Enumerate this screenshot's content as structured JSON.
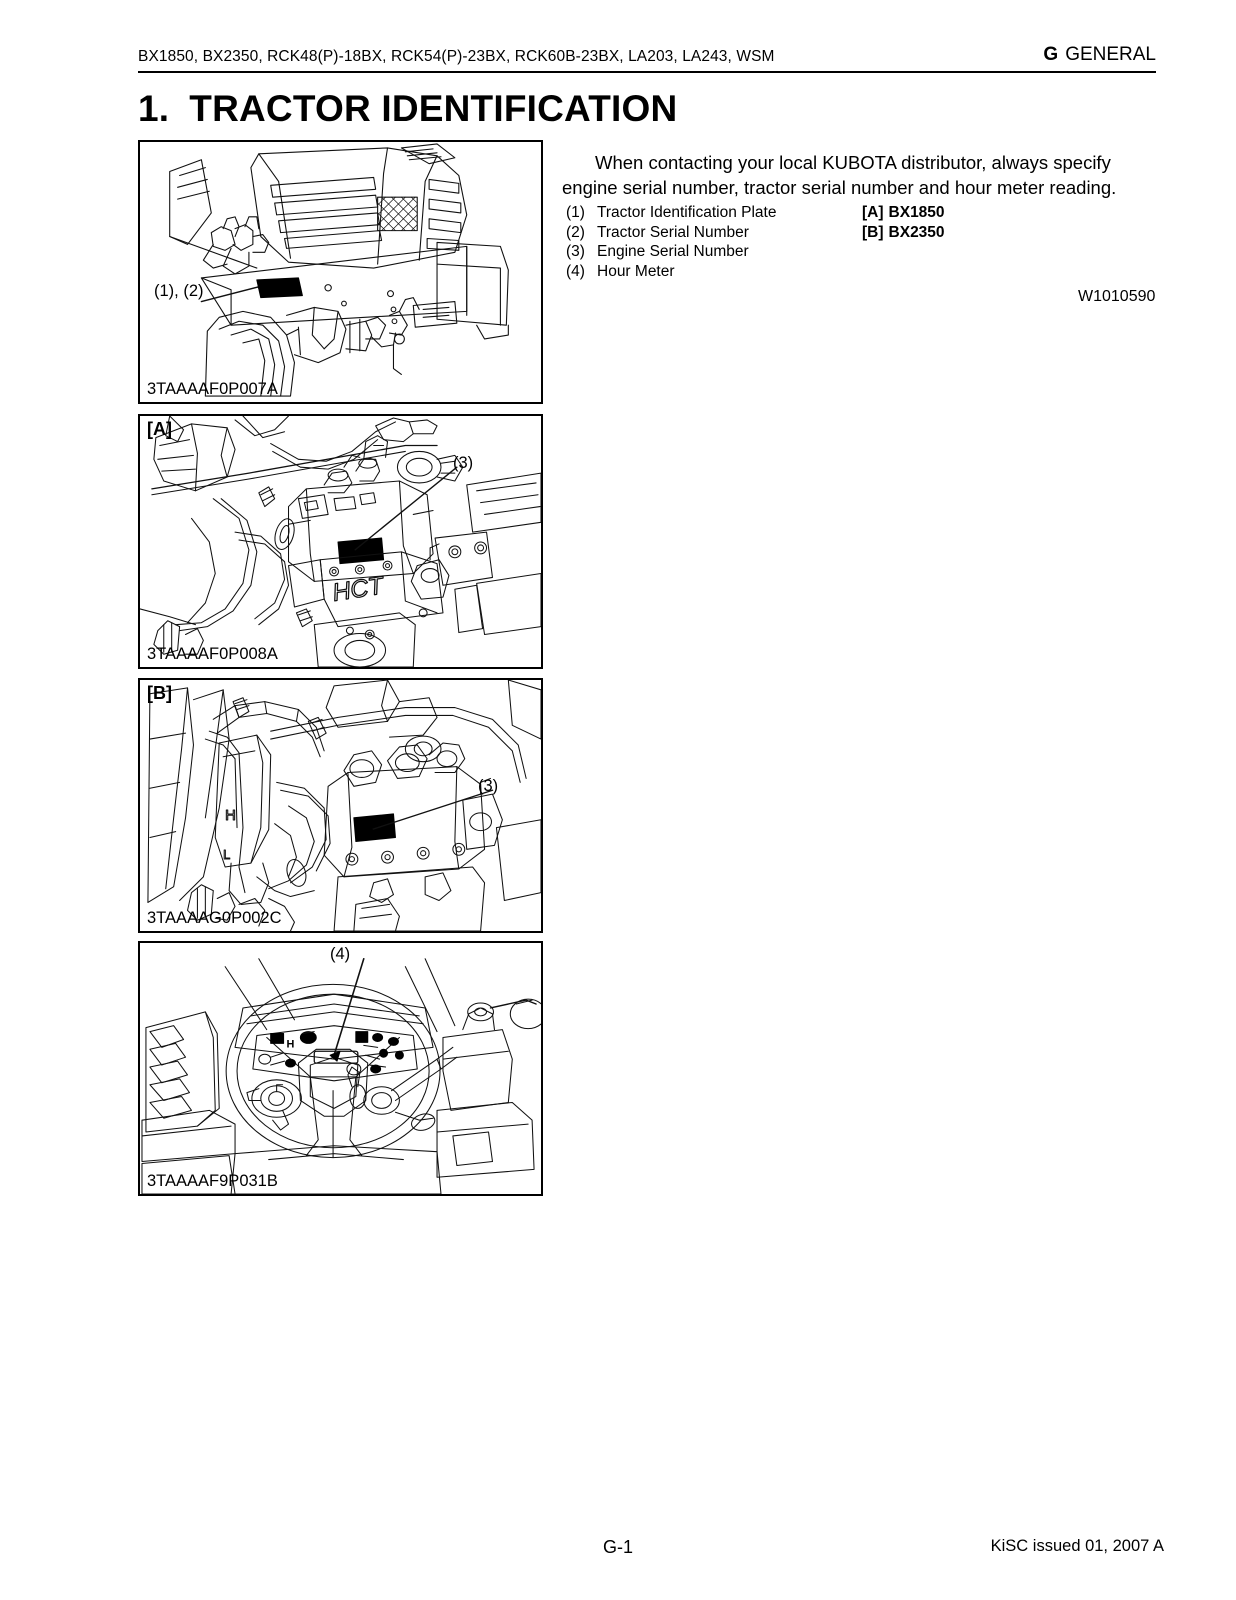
{
  "header": {
    "models": "BX1850, BX2350, RCK48(P)-18BX, RCK54(P)-23BX, RCK60B-23BX, LA203, LA243, WSM",
    "section_letter": "G",
    "section_name": "GENERAL"
  },
  "title": {
    "number": "1.",
    "text": "TRACTOR  IDENTIFICATION"
  },
  "body": {
    "intro": "When contacting your local KUBOTA distributor, always specify engine serial number, tractor serial number and hour meter reading.",
    "ref_code": "W1010590"
  },
  "legend": {
    "items": [
      {
        "num": "(1)",
        "label": "Tractor Identification Plate"
      },
      {
        "num": "(2)",
        "label": "Tractor Serial Number"
      },
      {
        "num": "(3)",
        "label": "Engine Serial Number"
      },
      {
        "num": "(4)",
        "label": "Hour Meter"
      }
    ],
    "variants": [
      {
        "tag": "[A]",
        "model": "BX1850"
      },
      {
        "tag": "[B]",
        "model": "BX2350"
      }
    ]
  },
  "figures": [
    {
      "id": "fig-1",
      "caption": "3TAAAAF0P007A",
      "variant": "",
      "callout": "(1), (2)",
      "description": "front view of tractor hood, grille and front axle with identification plate on frame rail"
    },
    {
      "id": "fig-2",
      "caption": "3TAAAAF0P008A",
      "variant": "[A]",
      "callout": "(3)",
      "engine_marking": "HCT",
      "description": "BX1850 engine compartment showing engine serial number location on block"
    },
    {
      "id": "fig-3",
      "caption": "3TAAAAG0P002C",
      "variant": "[B]",
      "callout": "(3)",
      "reservoir_marks": [
        "H",
        "L"
      ],
      "description": "BX2350 engine compartment showing engine serial number location on block"
    },
    {
      "id": "fig-4",
      "caption": "3TAAAAF9P031B",
      "variant": "",
      "callout": "(4)",
      "description": "operator station steering wheel and instrument panel with hour meter"
    }
  ],
  "footer": {
    "page_number": "G-1",
    "issue": "KiSC issued 01, 2007 A"
  },
  "colors": {
    "ink": "#000000",
    "paper": "#ffffff",
    "line": "#1a1a1a"
  }
}
